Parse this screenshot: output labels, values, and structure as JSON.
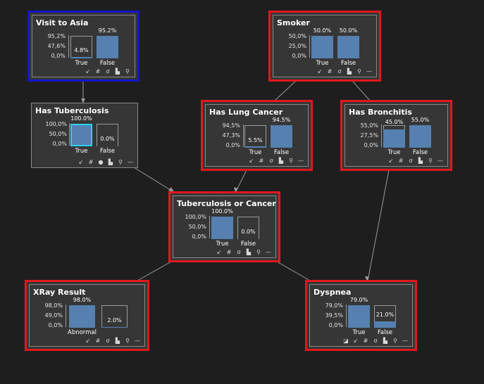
{
  "nodes": [
    {
      "id": "asia",
      "title": "Visit to Asia",
      "ticks": [
        "95,2%",
        "47,6%",
        "0,0%"
      ],
      "states": [
        {
          "label": "True",
          "value": 4.8,
          "pct": "4.8%"
        },
        {
          "label": "False",
          "value": 95.2,
          "pct": "95.2%"
        }
      ]
    },
    {
      "id": "smoker",
      "title": "Smoker",
      "ticks": [
        "50,0%",
        "25,0%",
        "0,0%"
      ],
      "states": [
        {
          "label": "True",
          "value": 50.0,
          "pct": "50.0%"
        },
        {
          "label": "False",
          "value": 50.0,
          "pct": "50.0%"
        }
      ]
    },
    {
      "id": "tb",
      "title": "Has Tuberculosis",
      "ticks": [
        "100,0%",
        "50,0%",
        "0,0%"
      ],
      "states": [
        {
          "label": "True",
          "value": 100.0,
          "pct": "100.0%"
        },
        {
          "label": "False",
          "value": 0.0,
          "pct": "0.0%"
        }
      ]
    },
    {
      "id": "lung",
      "title": "Has Lung Cancer",
      "ticks": [
        "94,5%",
        "47,3%",
        "0,0%"
      ],
      "states": [
        {
          "label": "True",
          "value": 5.5,
          "pct": "5.5%"
        },
        {
          "label": "False",
          "value": 94.5,
          "pct": "94.5%"
        }
      ]
    },
    {
      "id": "bronch",
      "title": "Has Bronchitis",
      "ticks": [
        "55,0%",
        "27,5%",
        "0,0%"
      ],
      "states": [
        {
          "label": "True",
          "value": 45.0,
          "pct": "45.0%"
        },
        {
          "label": "False",
          "value": 55.0,
          "pct": "55.0%"
        }
      ]
    },
    {
      "id": "either",
      "title": "Tuberculosis or Cancer",
      "ticks": [
        "100,0%",
        "50,0%",
        "0,0%"
      ],
      "states": [
        {
          "label": "True",
          "value": 100.0,
          "pct": "100.0%"
        },
        {
          "label": "False",
          "value": 0.0,
          "pct": "0.0%"
        }
      ]
    },
    {
      "id": "xray",
      "title": "XRay Result",
      "ticks": [
        "98,0%",
        "49,0%",
        "0,0%"
      ],
      "states": [
        {
          "label": "Abnormal",
          "value": 98.0,
          "pct": "98.0%"
        },
        {
          "label": "",
          "value": 2.0,
          "pct": "2.0%"
        }
      ]
    },
    {
      "id": "dysp",
      "title": "Dyspnea",
      "ticks": [
        "79,0%",
        "39,5%",
        "0,0%"
      ],
      "states": [
        {
          "label": "True",
          "value": 79.0,
          "pct": "79.0%"
        },
        {
          "label": "False",
          "value": 21.0,
          "pct": "21.0%"
        }
      ]
    }
  ],
  "toolbar_icons": [
    "arrow-icon",
    "grid-icon",
    "sigma-icon",
    "histogram-icon",
    "search-icon",
    "minus-icon"
  ],
  "colors": {
    "bar": "#5580b0",
    "selected": "#e0181e",
    "focus": "#1414c8",
    "edge": "#9a9a9a",
    "evidence": "#2bd1ee"
  }
}
